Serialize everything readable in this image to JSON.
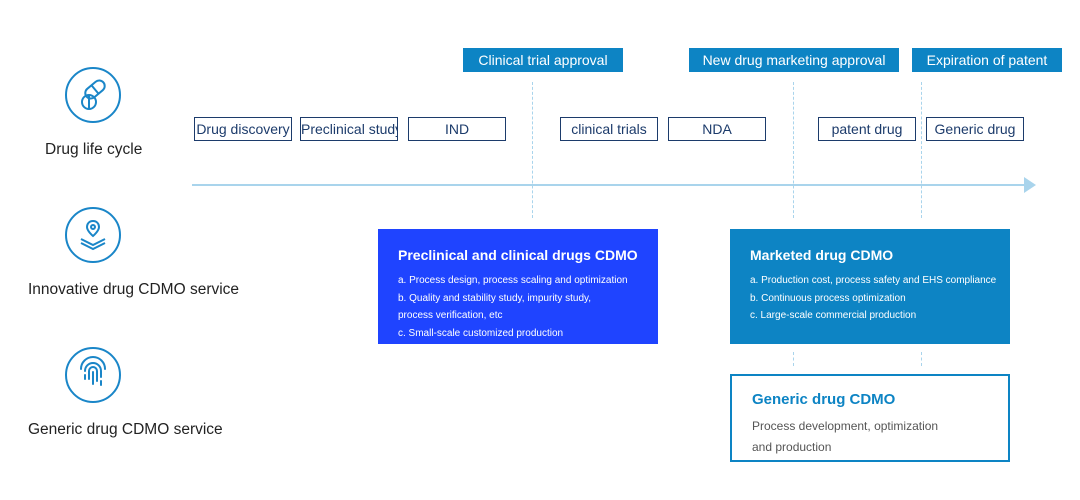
{
  "rows": [
    {
      "label": "Drug life cycle",
      "icon": "pill-capsule-icon"
    },
    {
      "label": "Innovative drug CDMO service",
      "icon": "location-layers-icon"
    },
    {
      "label": "Generic drug CDMO service",
      "icon": "fingerprint-icon"
    }
  ],
  "milestones": [
    {
      "label": "Clinical trial approval"
    },
    {
      "label": "New drug marketing approval"
    },
    {
      "label": "Expiration of patent"
    }
  ],
  "stages": [
    {
      "label": "Drug discovery"
    },
    {
      "label": "Preclinical study"
    },
    {
      "label": "IND"
    },
    {
      "label": "clinical trials"
    },
    {
      "label": "NDA"
    },
    {
      "label": "patent drug"
    },
    {
      "label": "Generic drug"
    }
  ],
  "cards": {
    "preclinical": {
      "title": "Preclinical and clinical drugs CDMO",
      "items": [
        "a. Process design, process scaling and optimization",
        "b. Quality and stability study, impurity study,",
        "process verification, etc",
        "c. Small-scale customized production"
      ]
    },
    "marketed": {
      "title": "Marketed drug CDMO",
      "items": [
        "a. Production cost, process safety and EHS compliance",
        "b. Continuous process optimization",
        "c. Large-scale commercial production"
      ]
    },
    "generic": {
      "title": "Generic drug CDMO",
      "items": [
        "Process development, optimization",
        "and production"
      ]
    }
  },
  "colors": {
    "accent_blue": "#0d84c4",
    "bright_blue": "#1f44ff",
    "timeline": "#a9d4ec",
    "stage_border": "#1c3b6b"
  }
}
